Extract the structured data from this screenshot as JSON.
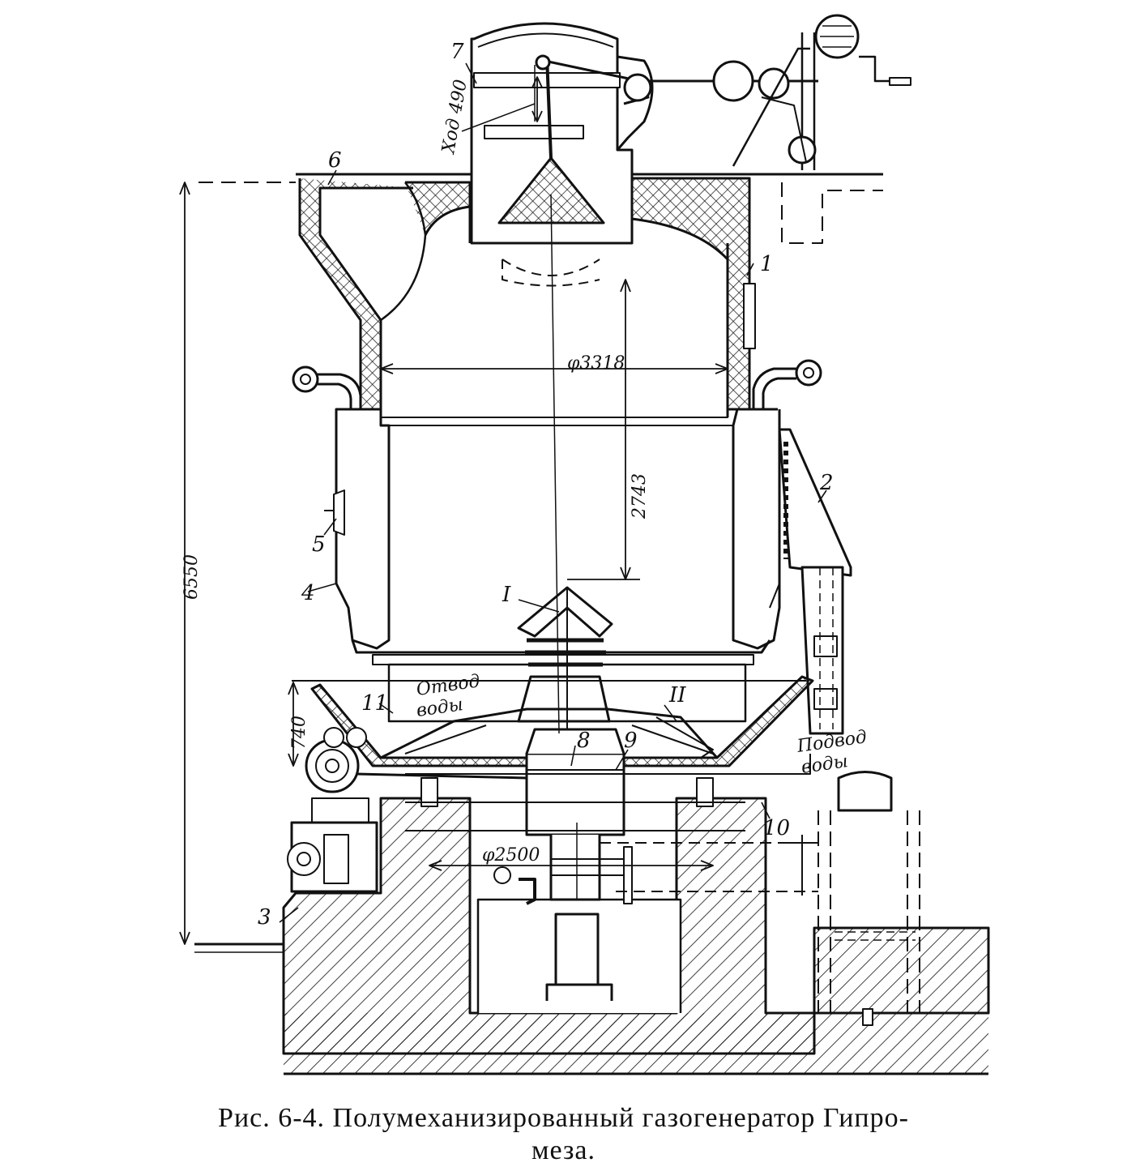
{
  "labels": {
    "p1": "1",
    "p2": "2",
    "p3": "3",
    "p4": "4",
    "p5": "5",
    "p6": "6",
    "p7": "7",
    "p8": "8",
    "p9": "9",
    "p10": "10",
    "p11": "11",
    "detail_I": "I",
    "detail_II": "II"
  },
  "dimensions": {
    "stroke": "Ход 490",
    "diameter_shaft": "φ3318",
    "height_shaft": "2743",
    "height_total": "6550",
    "height_pan": "740",
    "diameter_grate": "φ2500"
  },
  "annotations": {
    "water_out_1": "Отвод",
    "water_out_2": "воды",
    "water_in_1": "Подвод",
    "water_in_2": "воды"
  },
  "caption": {
    "line1": "Рис. 6-4. Полумеханизированный газогенератор Гипро-",
    "line2": "меза."
  },
  "colors": {
    "ink": "#111111",
    "paper": "#ffffff"
  }
}
